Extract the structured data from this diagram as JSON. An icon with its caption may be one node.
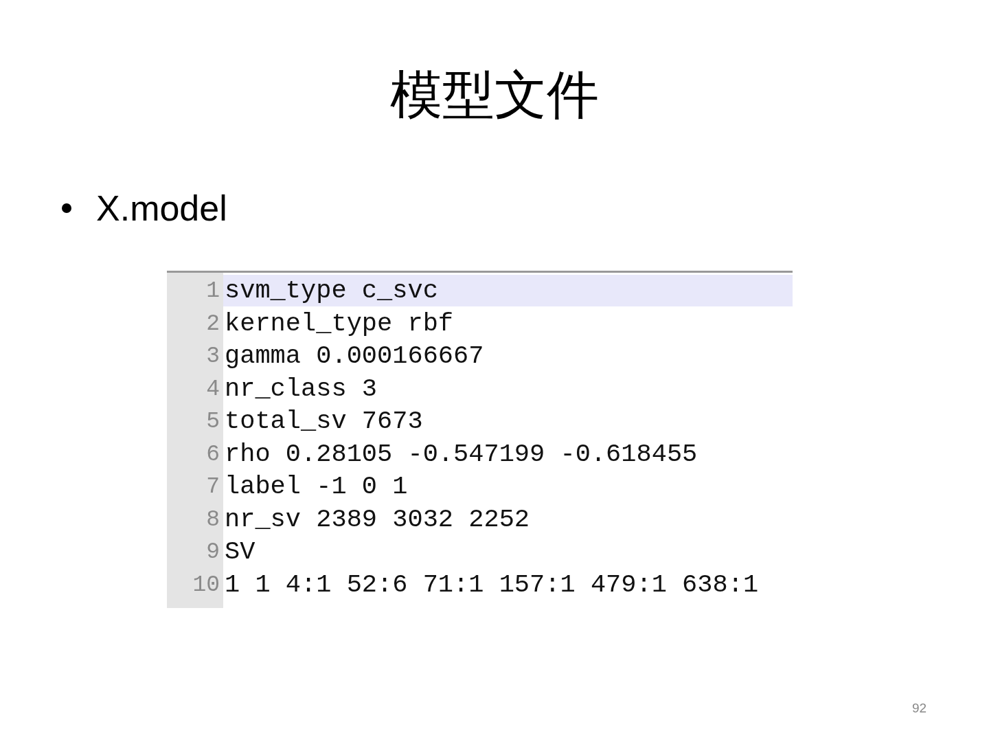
{
  "diagram": {
    "title": "模型文件",
    "labels": [
      "X.model",
      "1",
      "svm_type c_svc",
      "2",
      "kernel_type rbf",
      "3",
      "gamma 0.000166667",
      "4",
      "nr_class 3",
      "5",
      "total_sv 7673",
      "6",
      "rho 0.28105 -0.547199 -0.618455",
      "7",
      "label -1 0 1",
      "8",
      "nr_sv 2389 3032 2252",
      "9",
      "SV",
      "10",
      "1 1 4:1 52:6 71:1 157:1 479:1 638:1",
      "92"
    ]
  }
}
